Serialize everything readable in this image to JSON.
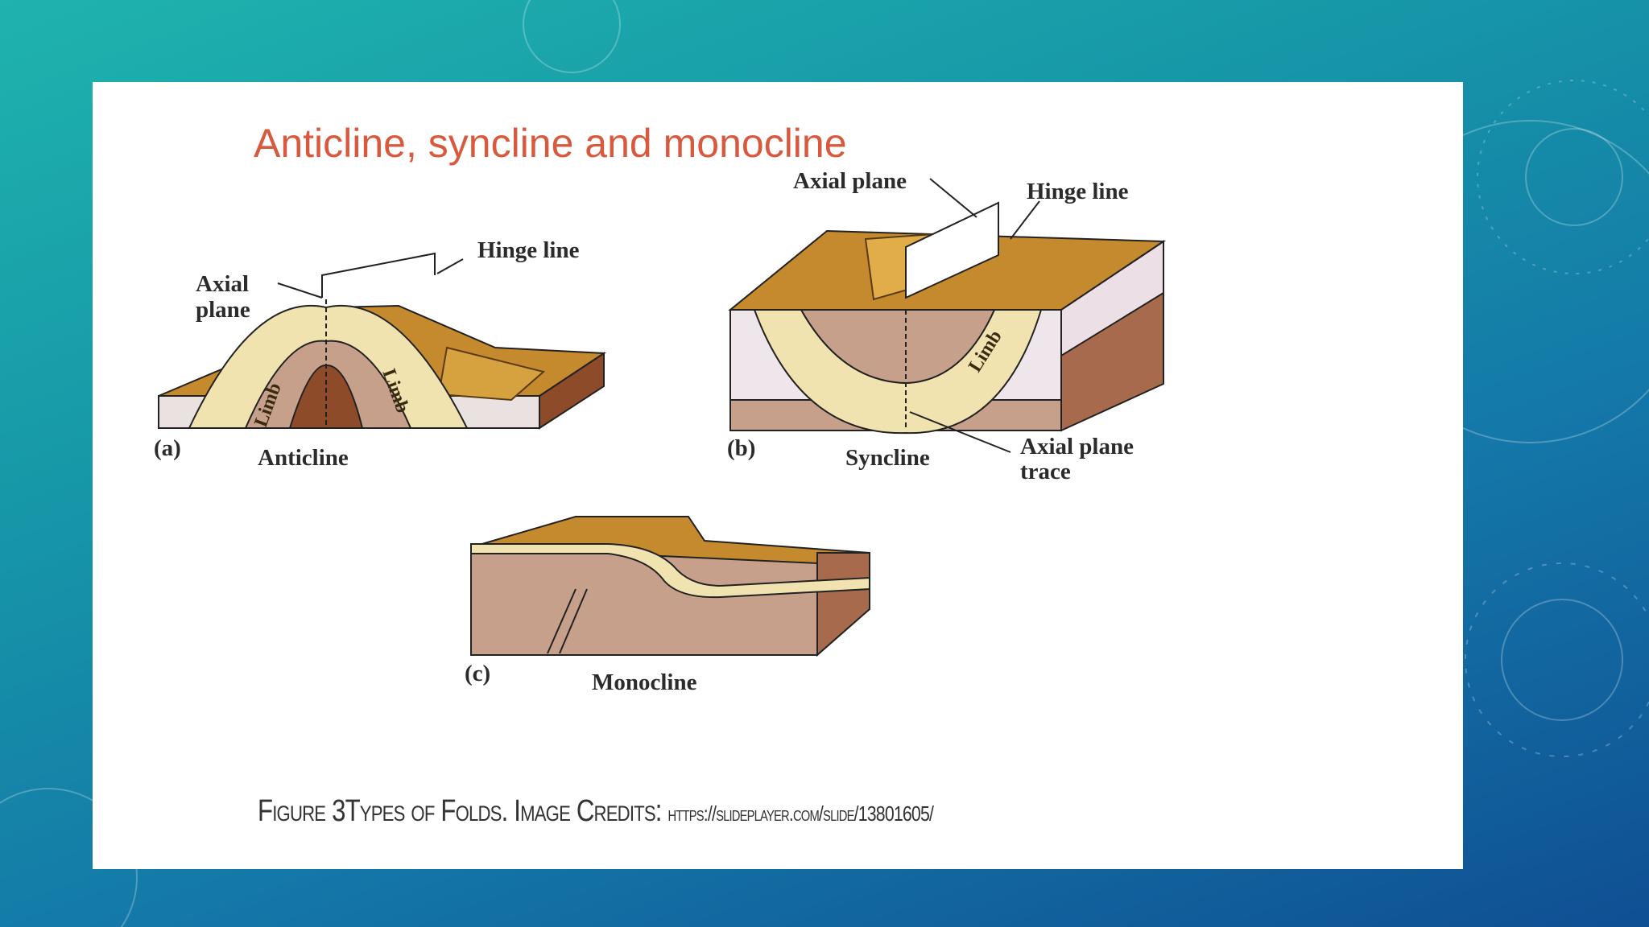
{
  "slide": {
    "title": "Anticline, syncline and monocline",
    "caption": "Figure 3Types of Folds.  Image Credits: ",
    "caption_url": "https://slideplayer.com/slide/13801605/"
  },
  "panels": {
    "a": {
      "letter": "(a)",
      "name": "Anticline",
      "hinge": "Hinge line",
      "axial1": "Axial",
      "axial2": "plane",
      "limb": "Limb"
    },
    "b": {
      "letter": "(b)",
      "name": "Syncline",
      "axial": "Axial plane",
      "hinge": "Hinge line",
      "trace1": "Axial plane",
      "trace2": "trace",
      "limb": "Limb"
    },
    "c": {
      "letter": "(c)",
      "name": "Monocline"
    }
  },
  "colors": {
    "background_top": "#1fb3ad",
    "background_bottom": "#0f4f93",
    "title": "#d9593f",
    "rock_top": "#c58a2e",
    "rock_layer": "#f1e3b0",
    "rock_side": "#c7a08c"
  }
}
